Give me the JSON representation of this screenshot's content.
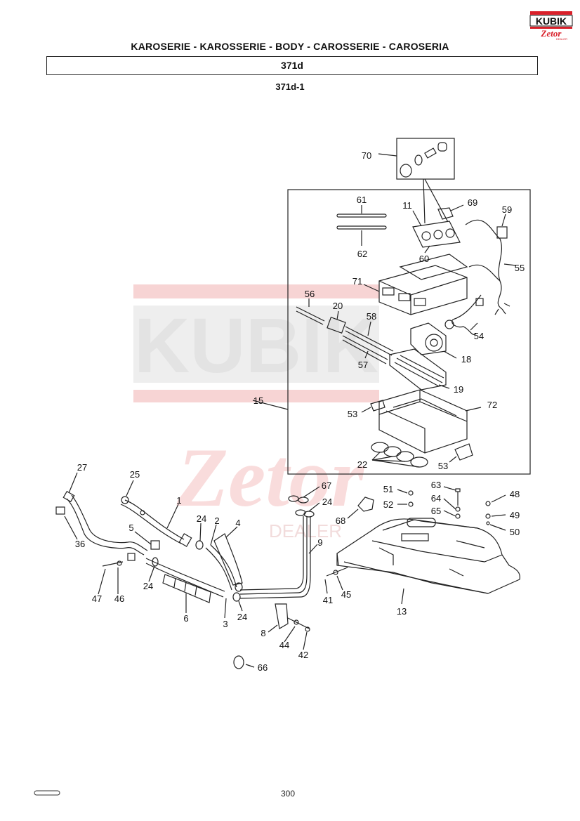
{
  "header": {
    "title": "KAROSERIE - KAROSSERIE - BODY - CAROSSERIE - CAROSERIA",
    "group_code": "371d",
    "figure_code": "371d-1"
  },
  "brand": {
    "logo_main": "KUBIK",
    "logo_sub": "Zetor",
    "logo_tag": "DEALER",
    "colors": {
      "red": "#d9202a",
      "line": "#222222",
      "watermark": "#f4cccc"
    }
  },
  "callouts": [
    "70",
    "61",
    "11",
    "69",
    "59",
    "62",
    "60",
    "55",
    "71",
    "56",
    "20",
    "58",
    "18",
    "54",
    "57",
    "19",
    "15",
    "72",
    "53",
    "53",
    "22",
    "27",
    "25",
    "67",
    "1",
    "24",
    "24",
    "2",
    "4",
    "36",
    "5",
    "68",
    "9",
    "24",
    "47",
    "46",
    "6",
    "3",
    "24",
    "8",
    "44",
    "42",
    "41",
    "45",
    "13",
    "66",
    "51",
    "52",
    "63",
    "64",
    "65",
    "48",
    "49",
    "50"
  ],
  "footer": {
    "page_number": "300"
  }
}
